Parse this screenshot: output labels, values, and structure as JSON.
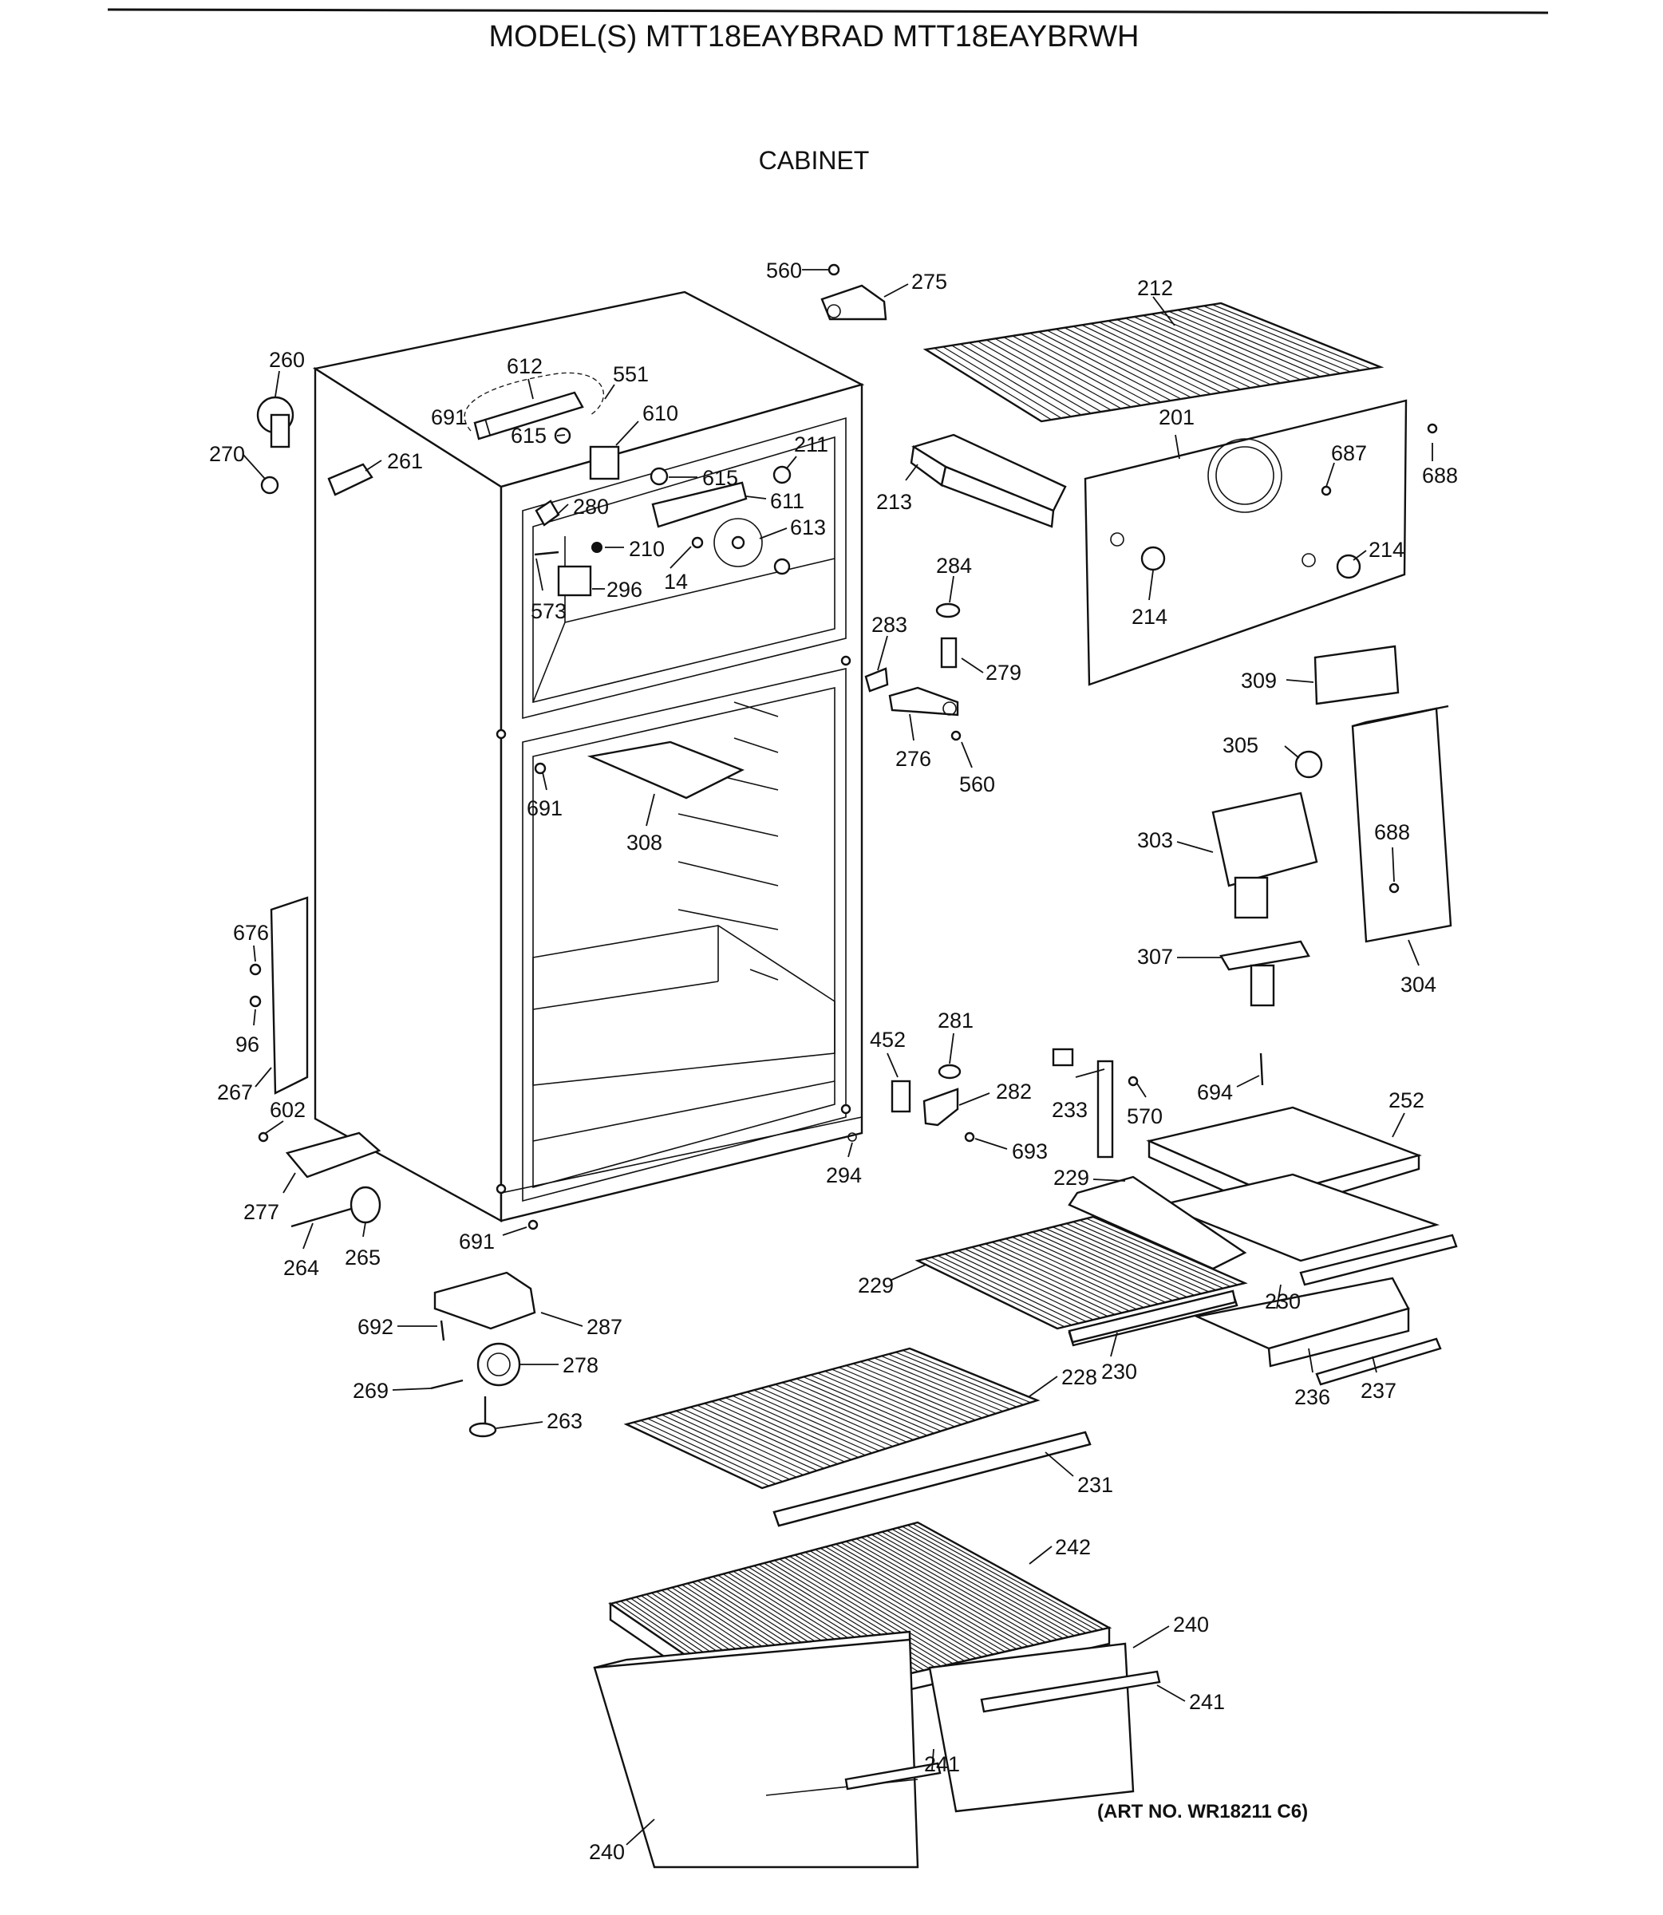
{
  "header": {
    "model_title": "MODEL(S) MTT18EAYBRAD  MTT18EAYBRWH",
    "section_title": "CABINET"
  },
  "footer": {
    "art_number": "(ART NO. WR18211 C6)"
  },
  "callouts": [
    {
      "id": "560-top",
      "text": "560"
    },
    {
      "id": "275",
      "text": "275"
    },
    {
      "id": "212",
      "text": "212"
    },
    {
      "id": "260",
      "text": "260"
    },
    {
      "id": "612",
      "text": "612"
    },
    {
      "id": "551",
      "text": "551"
    },
    {
      "id": "691-top",
      "text": "691"
    },
    {
      "id": "615-a",
      "text": "615"
    },
    {
      "id": "610",
      "text": "610"
    },
    {
      "id": "270",
      "text": "270"
    },
    {
      "id": "261",
      "text": "261"
    },
    {
      "id": "211",
      "text": "211"
    },
    {
      "id": "615-b",
      "text": "615"
    },
    {
      "id": "611",
      "text": "611"
    },
    {
      "id": "201",
      "text": "201"
    },
    {
      "id": "687",
      "text": "687"
    },
    {
      "id": "688-a",
      "text": "688"
    },
    {
      "id": "213",
      "text": "213"
    },
    {
      "id": "280",
      "text": "280"
    },
    {
      "id": "613",
      "text": "613"
    },
    {
      "id": "210",
      "text": "210"
    },
    {
      "id": "14",
      "text": "14"
    },
    {
      "id": "296",
      "text": "296"
    },
    {
      "id": "573",
      "text": "573"
    },
    {
      "id": "284",
      "text": "284"
    },
    {
      "id": "214-a",
      "text": "214"
    },
    {
      "id": "214-b",
      "text": "214"
    },
    {
      "id": "283",
      "text": "283"
    },
    {
      "id": "279",
      "text": "279"
    },
    {
      "id": "309",
      "text": "309"
    },
    {
      "id": "305",
      "text": "305"
    },
    {
      "id": "276",
      "text": "276"
    },
    {
      "id": "560-mid",
      "text": "560"
    },
    {
      "id": "691-mid",
      "text": "691"
    },
    {
      "id": "308",
      "text": "308"
    },
    {
      "id": "303",
      "text": "303"
    },
    {
      "id": "688-b",
      "text": "688"
    },
    {
      "id": "307",
      "text": "307"
    },
    {
      "id": "304",
      "text": "304"
    },
    {
      "id": "676",
      "text": "676"
    },
    {
      "id": "96",
      "text": "96"
    },
    {
      "id": "267",
      "text": "267"
    },
    {
      "id": "602",
      "text": "602"
    },
    {
      "id": "452",
      "text": "452"
    },
    {
      "id": "281",
      "text": "281"
    },
    {
      "id": "282",
      "text": "282"
    },
    {
      "id": "233",
      "text": "233"
    },
    {
      "id": "570",
      "text": "570"
    },
    {
      "id": "694",
      "text": "694"
    },
    {
      "id": "252",
      "text": "252"
    },
    {
      "id": "693",
      "text": "693"
    },
    {
      "id": "294",
      "text": "294"
    },
    {
      "id": "229-a",
      "text": "229"
    },
    {
      "id": "277",
      "text": "277"
    },
    {
      "id": "264",
      "text": "264"
    },
    {
      "id": "265",
      "text": "265"
    },
    {
      "id": "691-bot",
      "text": "691"
    },
    {
      "id": "229-b",
      "text": "229"
    },
    {
      "id": "230-a",
      "text": "230"
    },
    {
      "id": "692",
      "text": "692"
    },
    {
      "id": "287",
      "text": "287"
    },
    {
      "id": "278",
      "text": "278"
    },
    {
      "id": "228",
      "text": "228"
    },
    {
      "id": "230-b",
      "text": "230"
    },
    {
      "id": "236",
      "text": "236"
    },
    {
      "id": "237",
      "text": "237"
    },
    {
      "id": "269",
      "text": "269"
    },
    {
      "id": "263",
      "text": "263"
    },
    {
      "id": "231",
      "text": "231"
    },
    {
      "id": "242",
      "text": "242"
    },
    {
      "id": "240-a",
      "text": "240"
    },
    {
      "id": "241-a",
      "text": "241"
    },
    {
      "id": "241-b",
      "text": "241"
    },
    {
      "id": "240-b",
      "text": "240"
    }
  ]
}
